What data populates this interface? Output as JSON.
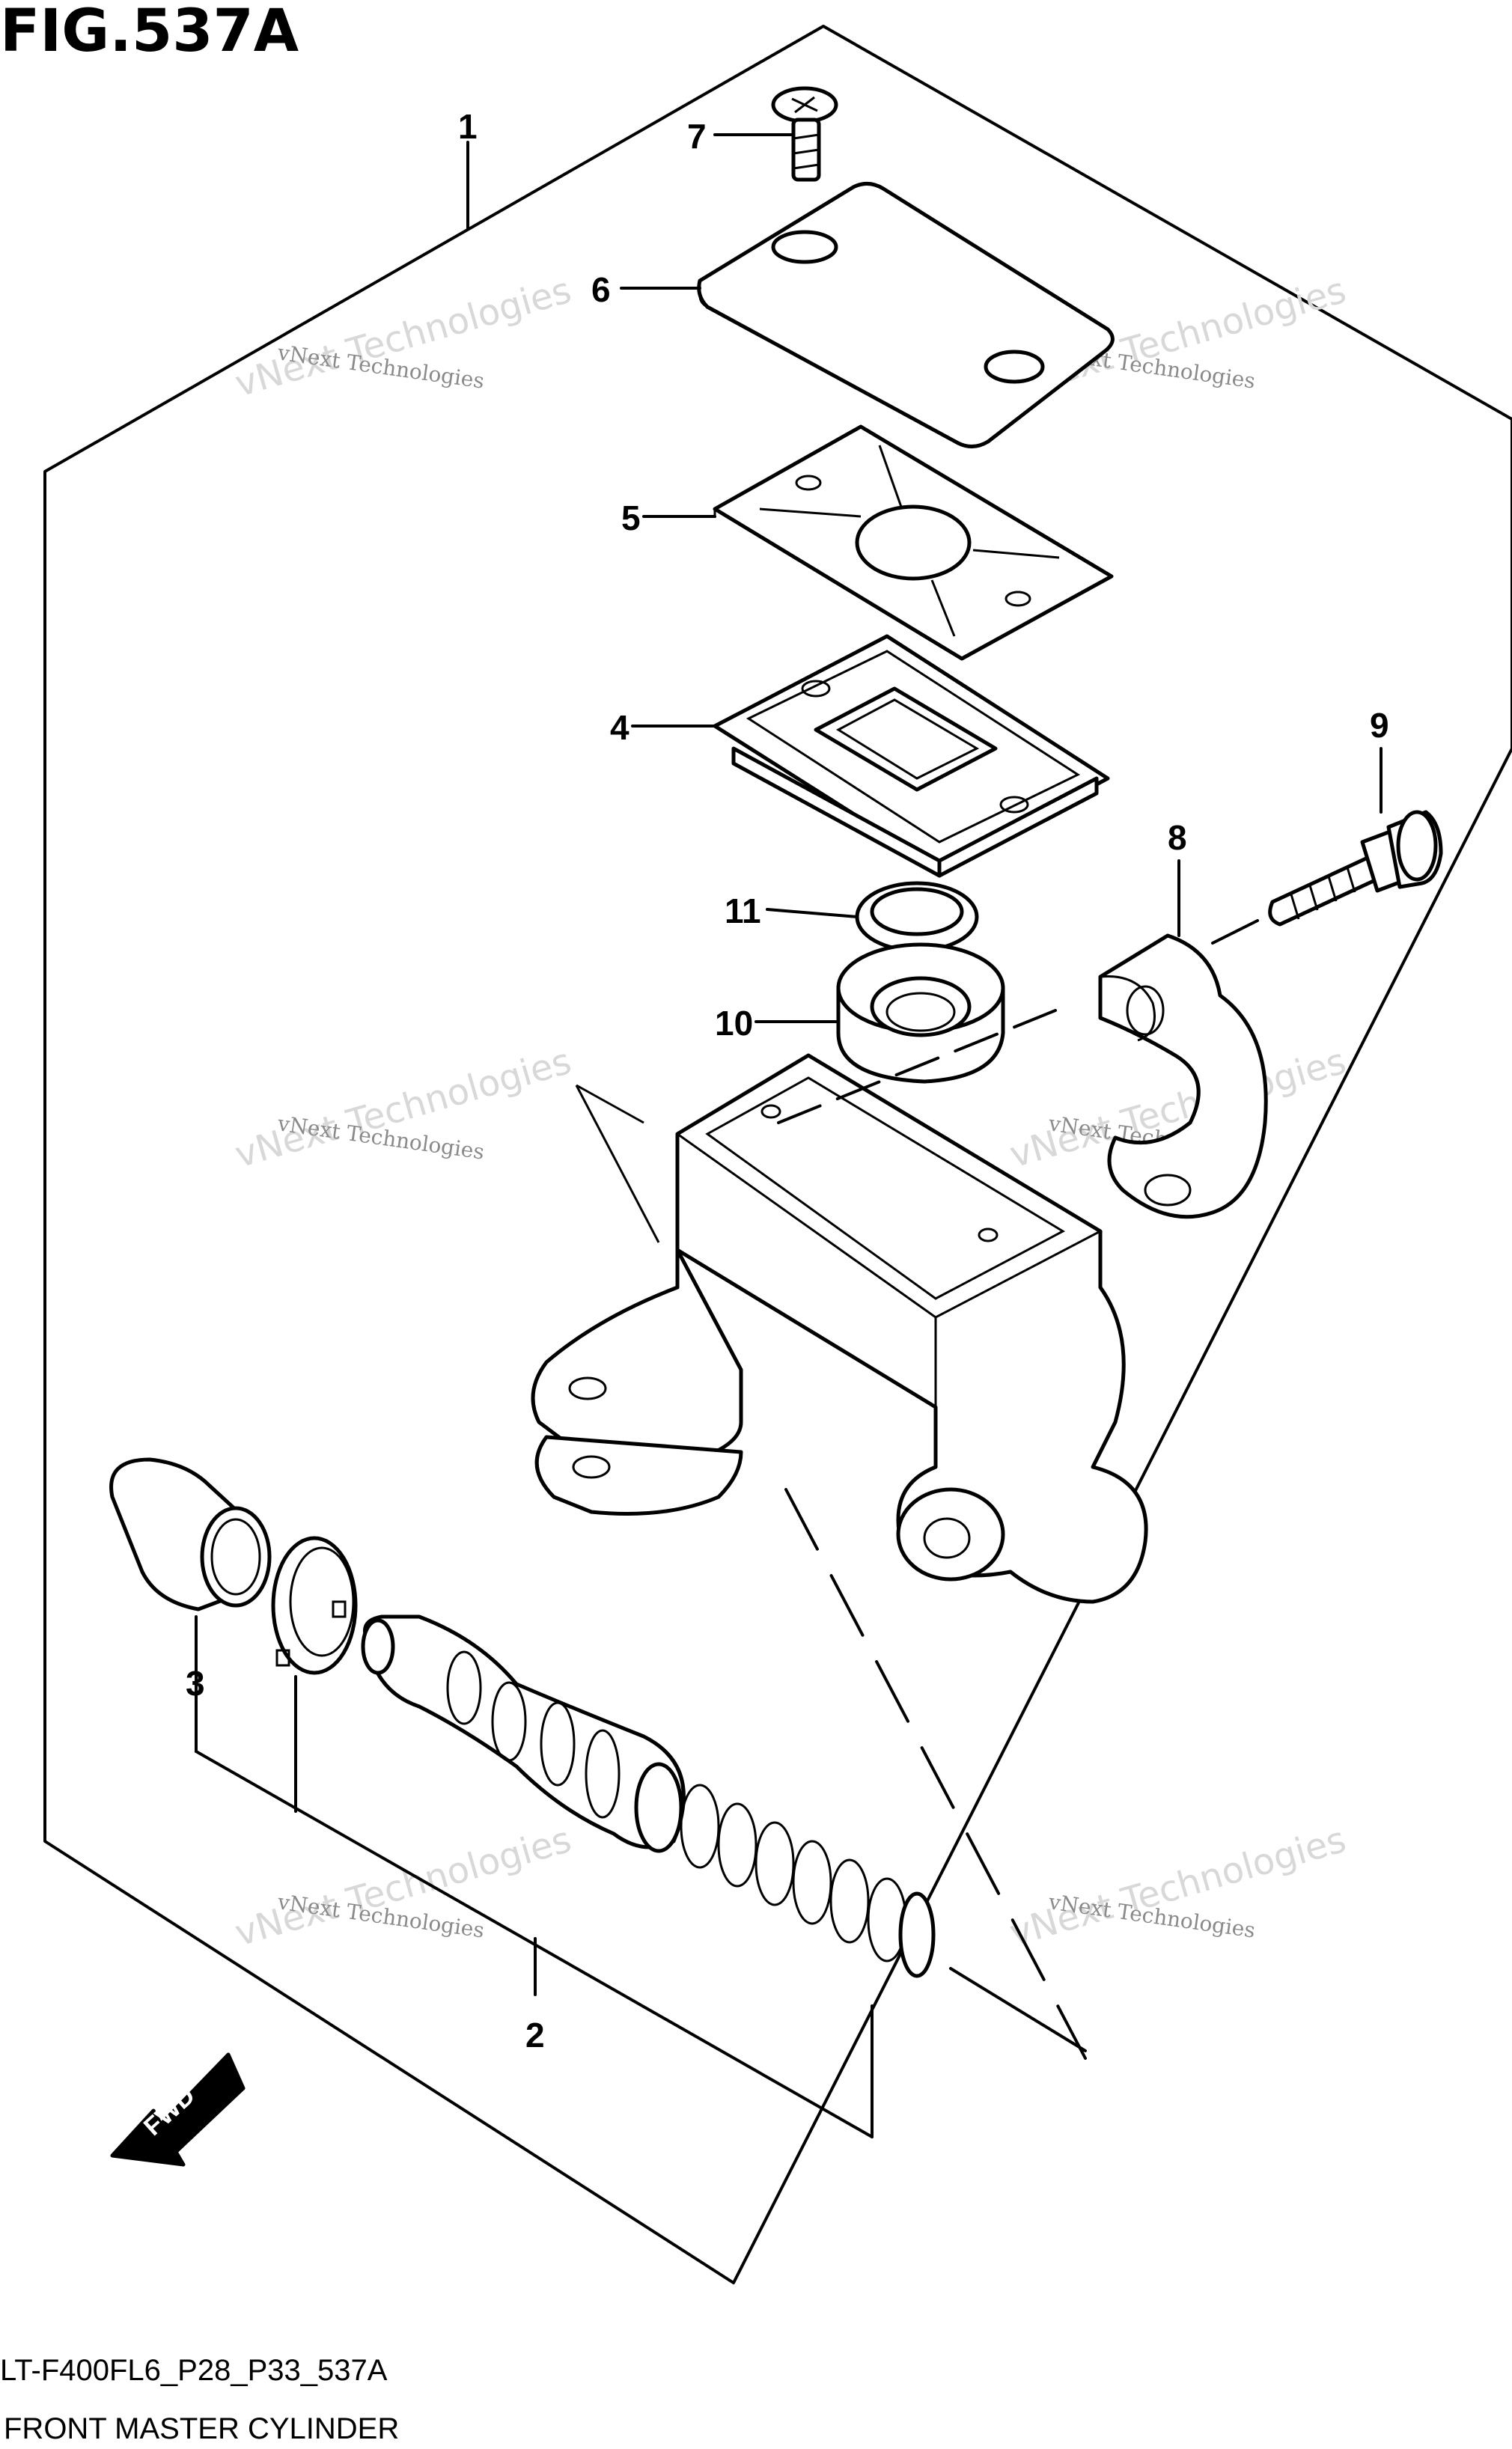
{
  "figure_title": "FIG.537A",
  "callouts": [
    {
      "label": "1"
    },
    {
      "label": "2"
    },
    {
      "label": "3"
    },
    {
      "label": "4"
    },
    {
      "label": "5"
    },
    {
      "label": "6"
    },
    {
      "label": "7"
    },
    {
      "label": "8"
    },
    {
      "label": "9"
    },
    {
      "label": "10"
    },
    {
      "label": "11"
    }
  ],
  "fwd_label": "FWD",
  "watermark": {
    "line1": "vNext Technologies",
    "line2": "vNext Technologies"
  },
  "footer": {
    "code": "LT-F400FL6_P28_P33_537A",
    "name": "FRONT MASTER CYLINDER"
  }
}
